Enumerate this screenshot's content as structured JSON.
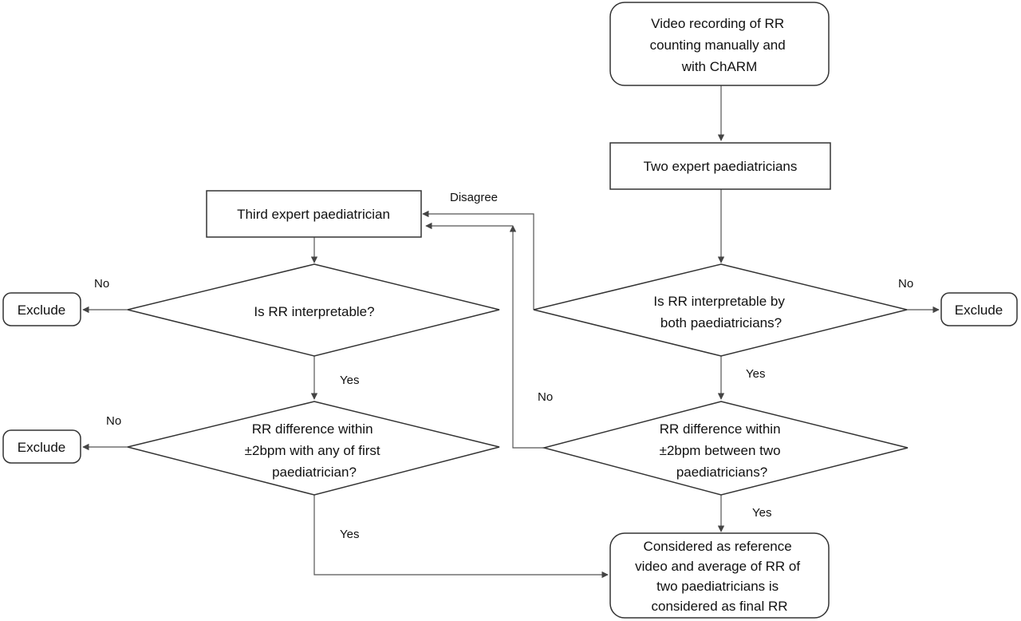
{
  "nodes": {
    "start": {
      "lines": [
        "Video recording of RR",
        "counting manually and",
        "with ChARM"
      ]
    },
    "two_experts": {
      "lines": [
        "Two expert paediatricians"
      ]
    },
    "third_expert": {
      "lines": [
        "Third expert paediatrician"
      ]
    },
    "decision_both": {
      "lines": [
        "Is RR interpretable by",
        "both paediatricians?"
      ]
    },
    "decision_third": {
      "lines": [
        "Is RR interpretable?"
      ]
    },
    "diff_two": {
      "lines": [
        "RR difference within",
        "±2bpm between two",
        "paediatricians?"
      ]
    },
    "diff_third": {
      "lines": [
        "RR difference within",
        "±2bpm with any of first",
        "paediatrician?"
      ]
    },
    "exclude_right": {
      "lines": [
        "Exclude"
      ]
    },
    "exclude_left_top": {
      "lines": [
        "Exclude"
      ]
    },
    "exclude_left_bottom": {
      "lines": [
        "Exclude"
      ]
    },
    "final": {
      "lines": [
        "Considered as reference",
        "video and average of RR of",
        "two paediatricians is",
        "considered as final RR"
      ]
    }
  },
  "edge_labels": {
    "disagree": "Disagree",
    "no_right": "No",
    "yes_right_1": "Yes",
    "no_middle": "No",
    "yes_right_2": "Yes",
    "no_left_1": "No",
    "yes_left_1": "Yes",
    "no_left_2": "No",
    "yes_left_2": "Yes"
  }
}
